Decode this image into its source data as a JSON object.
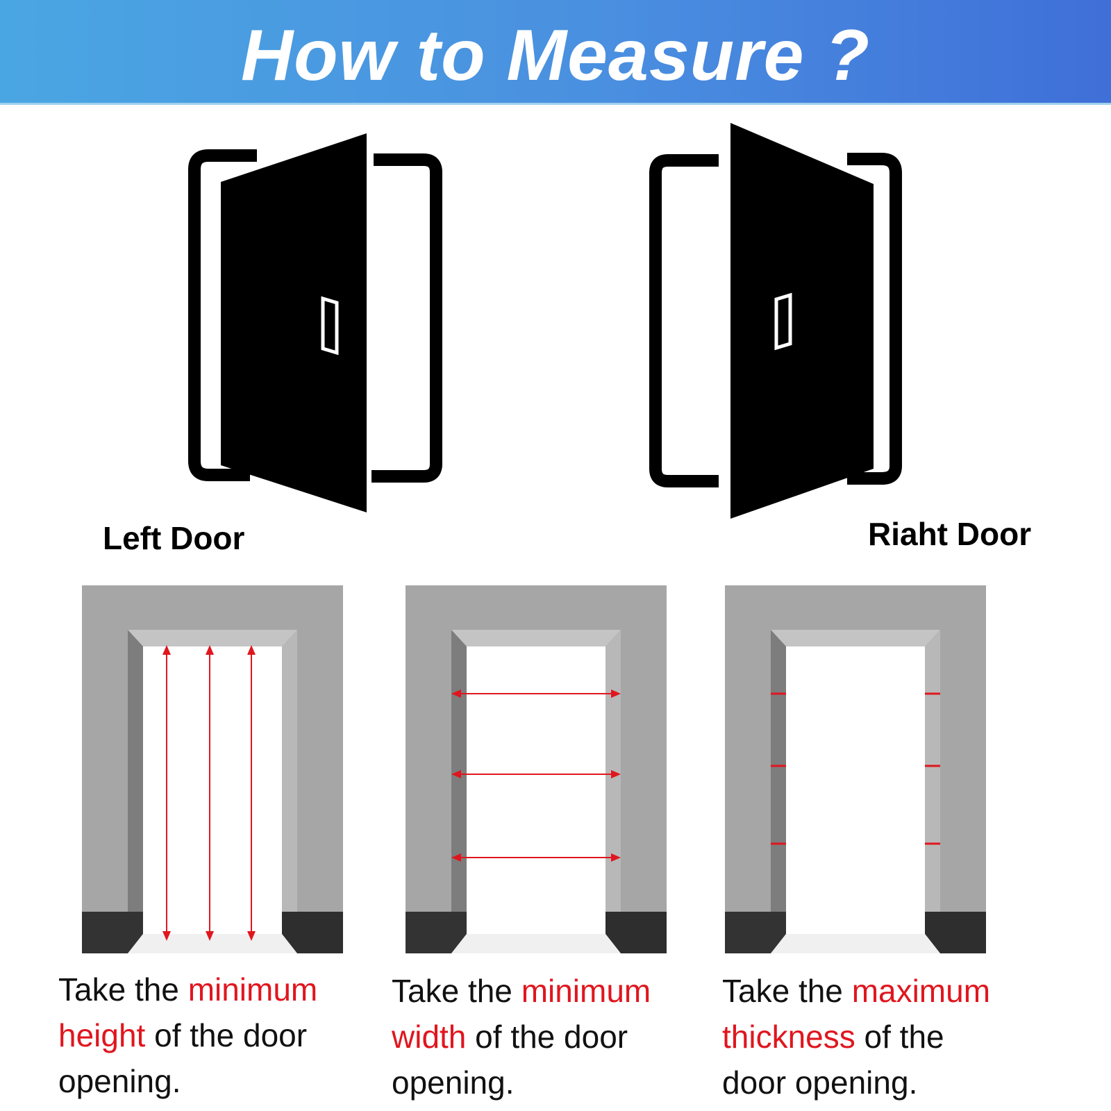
{
  "header": {
    "title": "How to Measure ?"
  },
  "doors": [
    {
      "label": "Left Door"
    },
    {
      "label": "Riaht Door"
    }
  ],
  "steps": [
    {
      "pre": "Take the ",
      "hl1": "minimum",
      "hl2": "height",
      "post": " of the door",
      "last": "opening."
    },
    {
      "pre": "Take the ",
      "hl1": "minimum",
      "hl2": "width",
      "post": " of the door",
      "last": "opening."
    },
    {
      "pre": "Take the ",
      "hl1": "maximum",
      "hl2": "thickness",
      "post": " of the",
      "last": "door opening."
    }
  ],
  "colors": {
    "banner_start": "#4aa6e2",
    "banner_end": "#3f6fd8",
    "highlight": "#e0161e",
    "wall": "#a6a6a6",
    "baseboard": "#333333",
    "arrow": "#e0161e"
  }
}
